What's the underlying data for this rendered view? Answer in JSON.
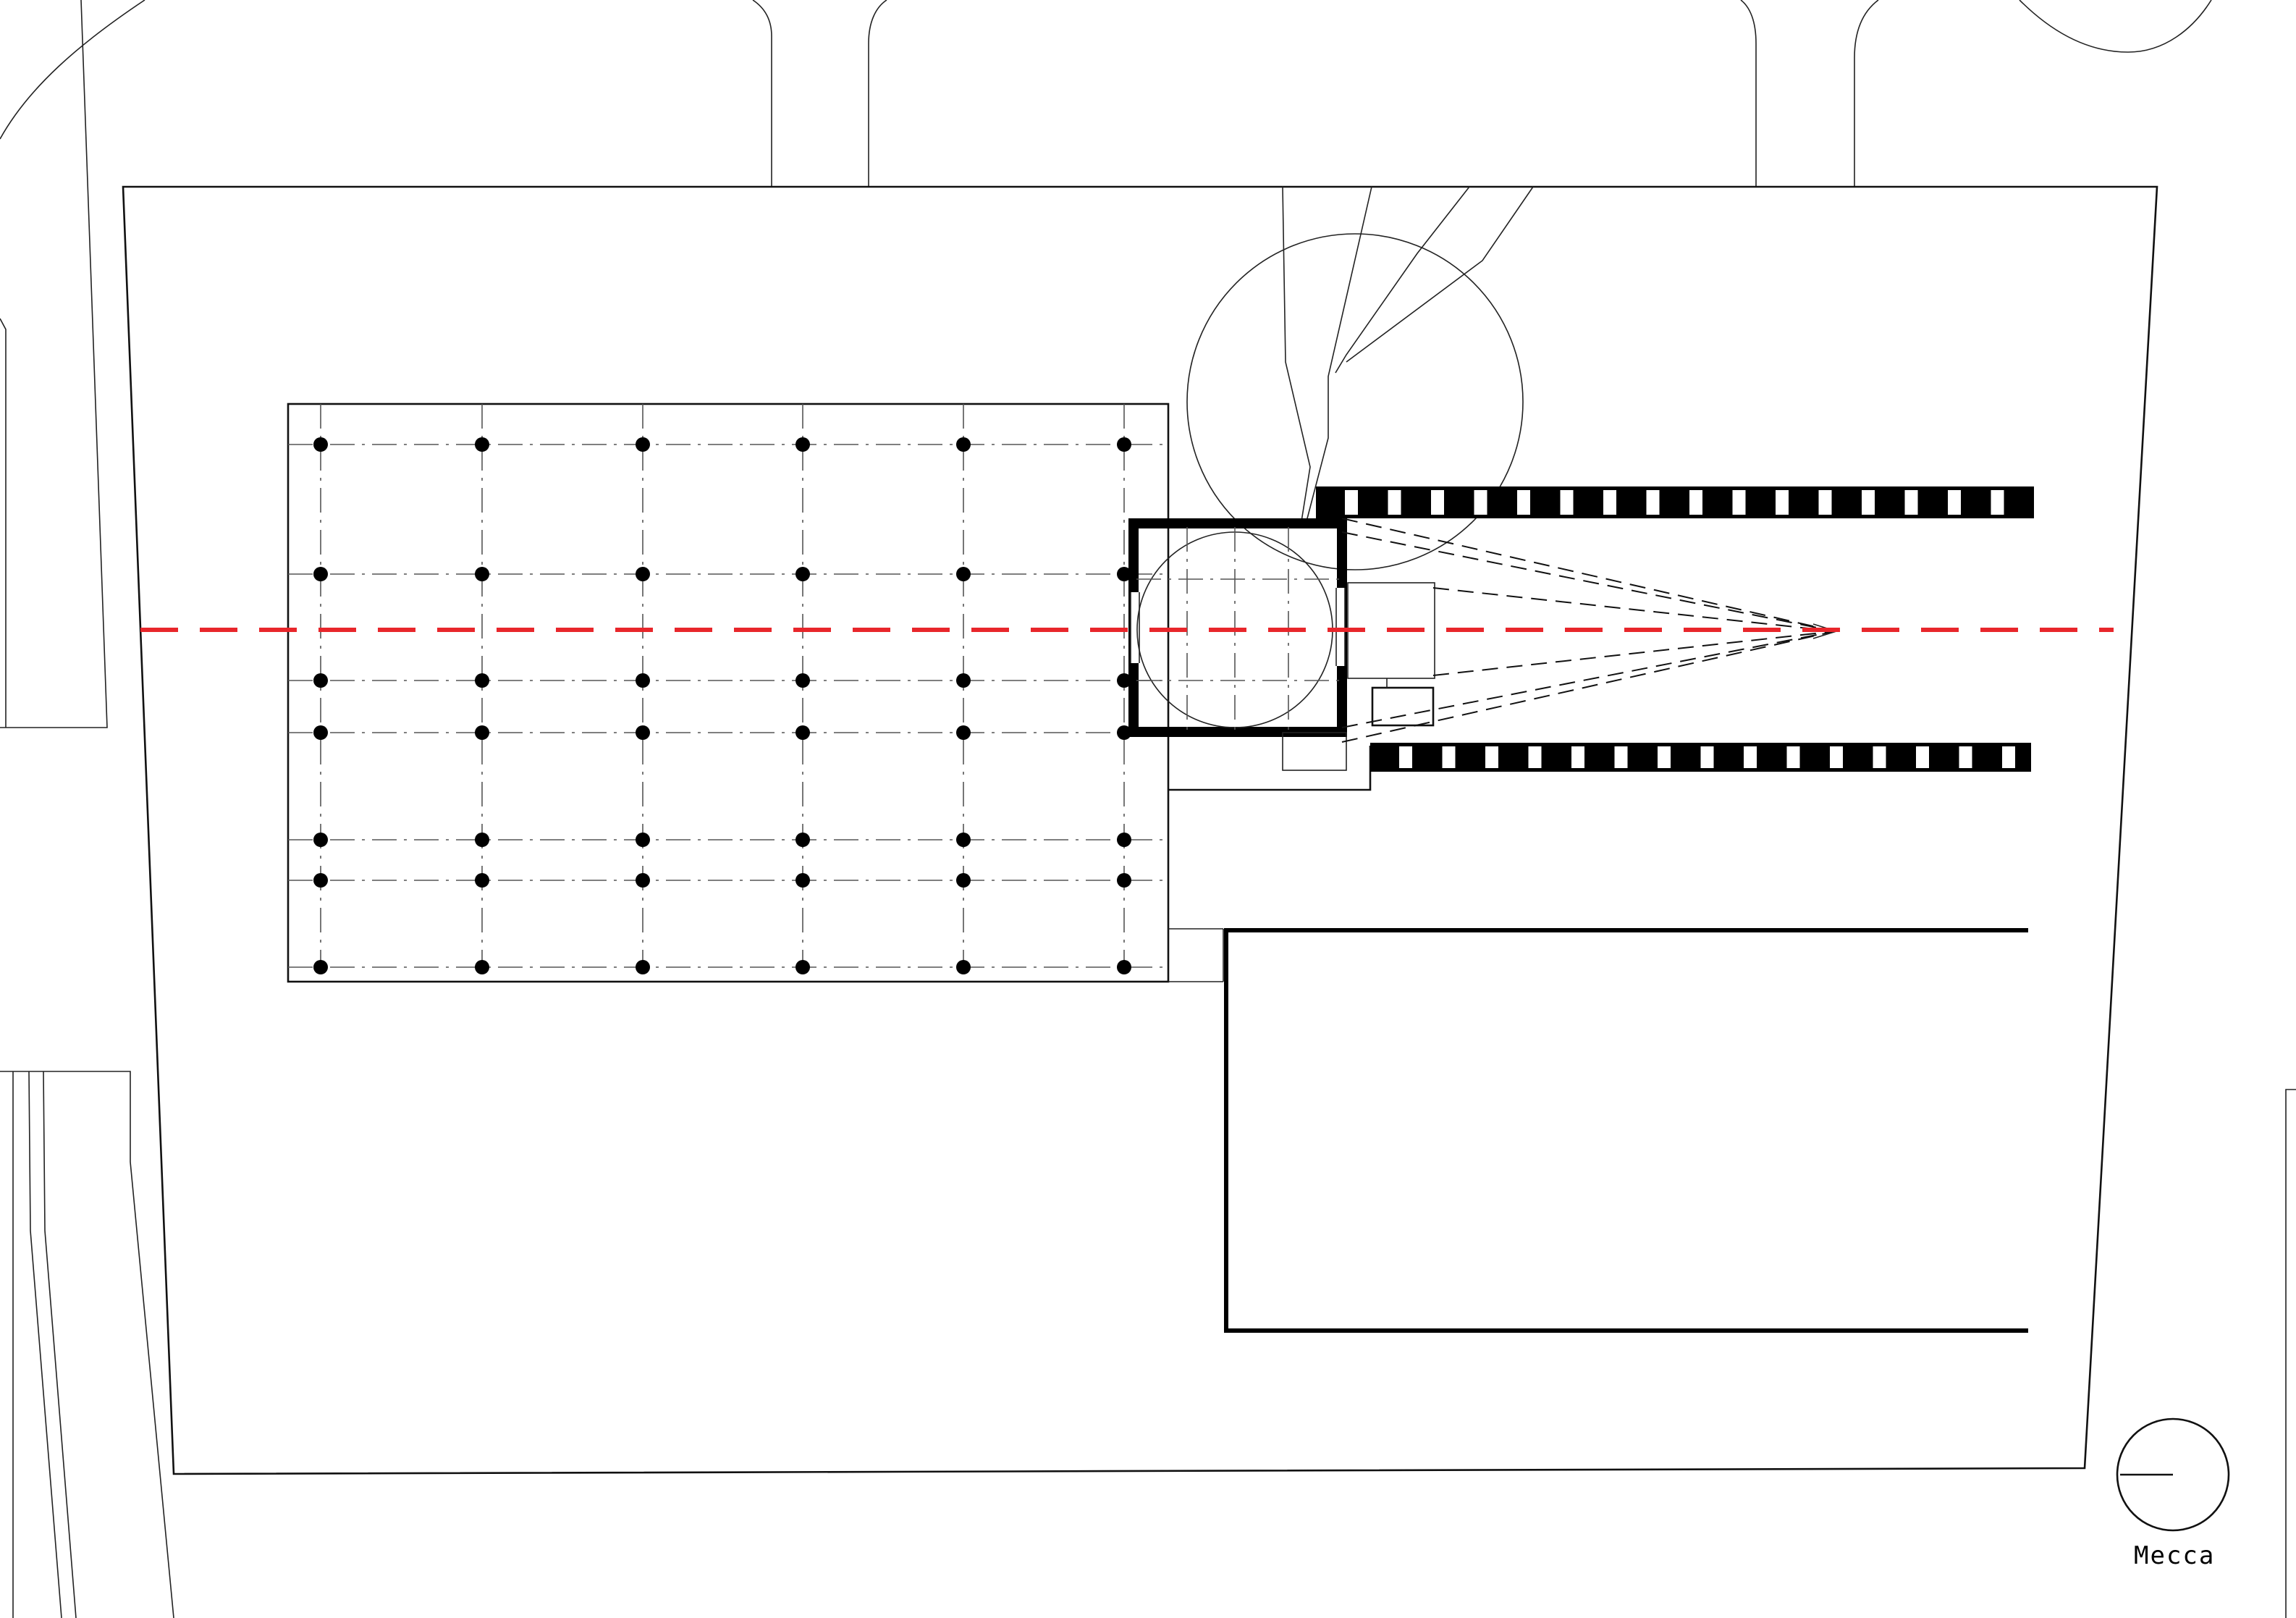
{
  "drawing": {
    "type": "site-plan",
    "qibla_axis_color": "#e8262b",
    "ink_color": "#000000",
    "compass_label": "Mecca",
    "compass_icon": "qibla-compass-icon",
    "column_grid": {
      "columns": 6,
      "rows": 7
    }
  }
}
